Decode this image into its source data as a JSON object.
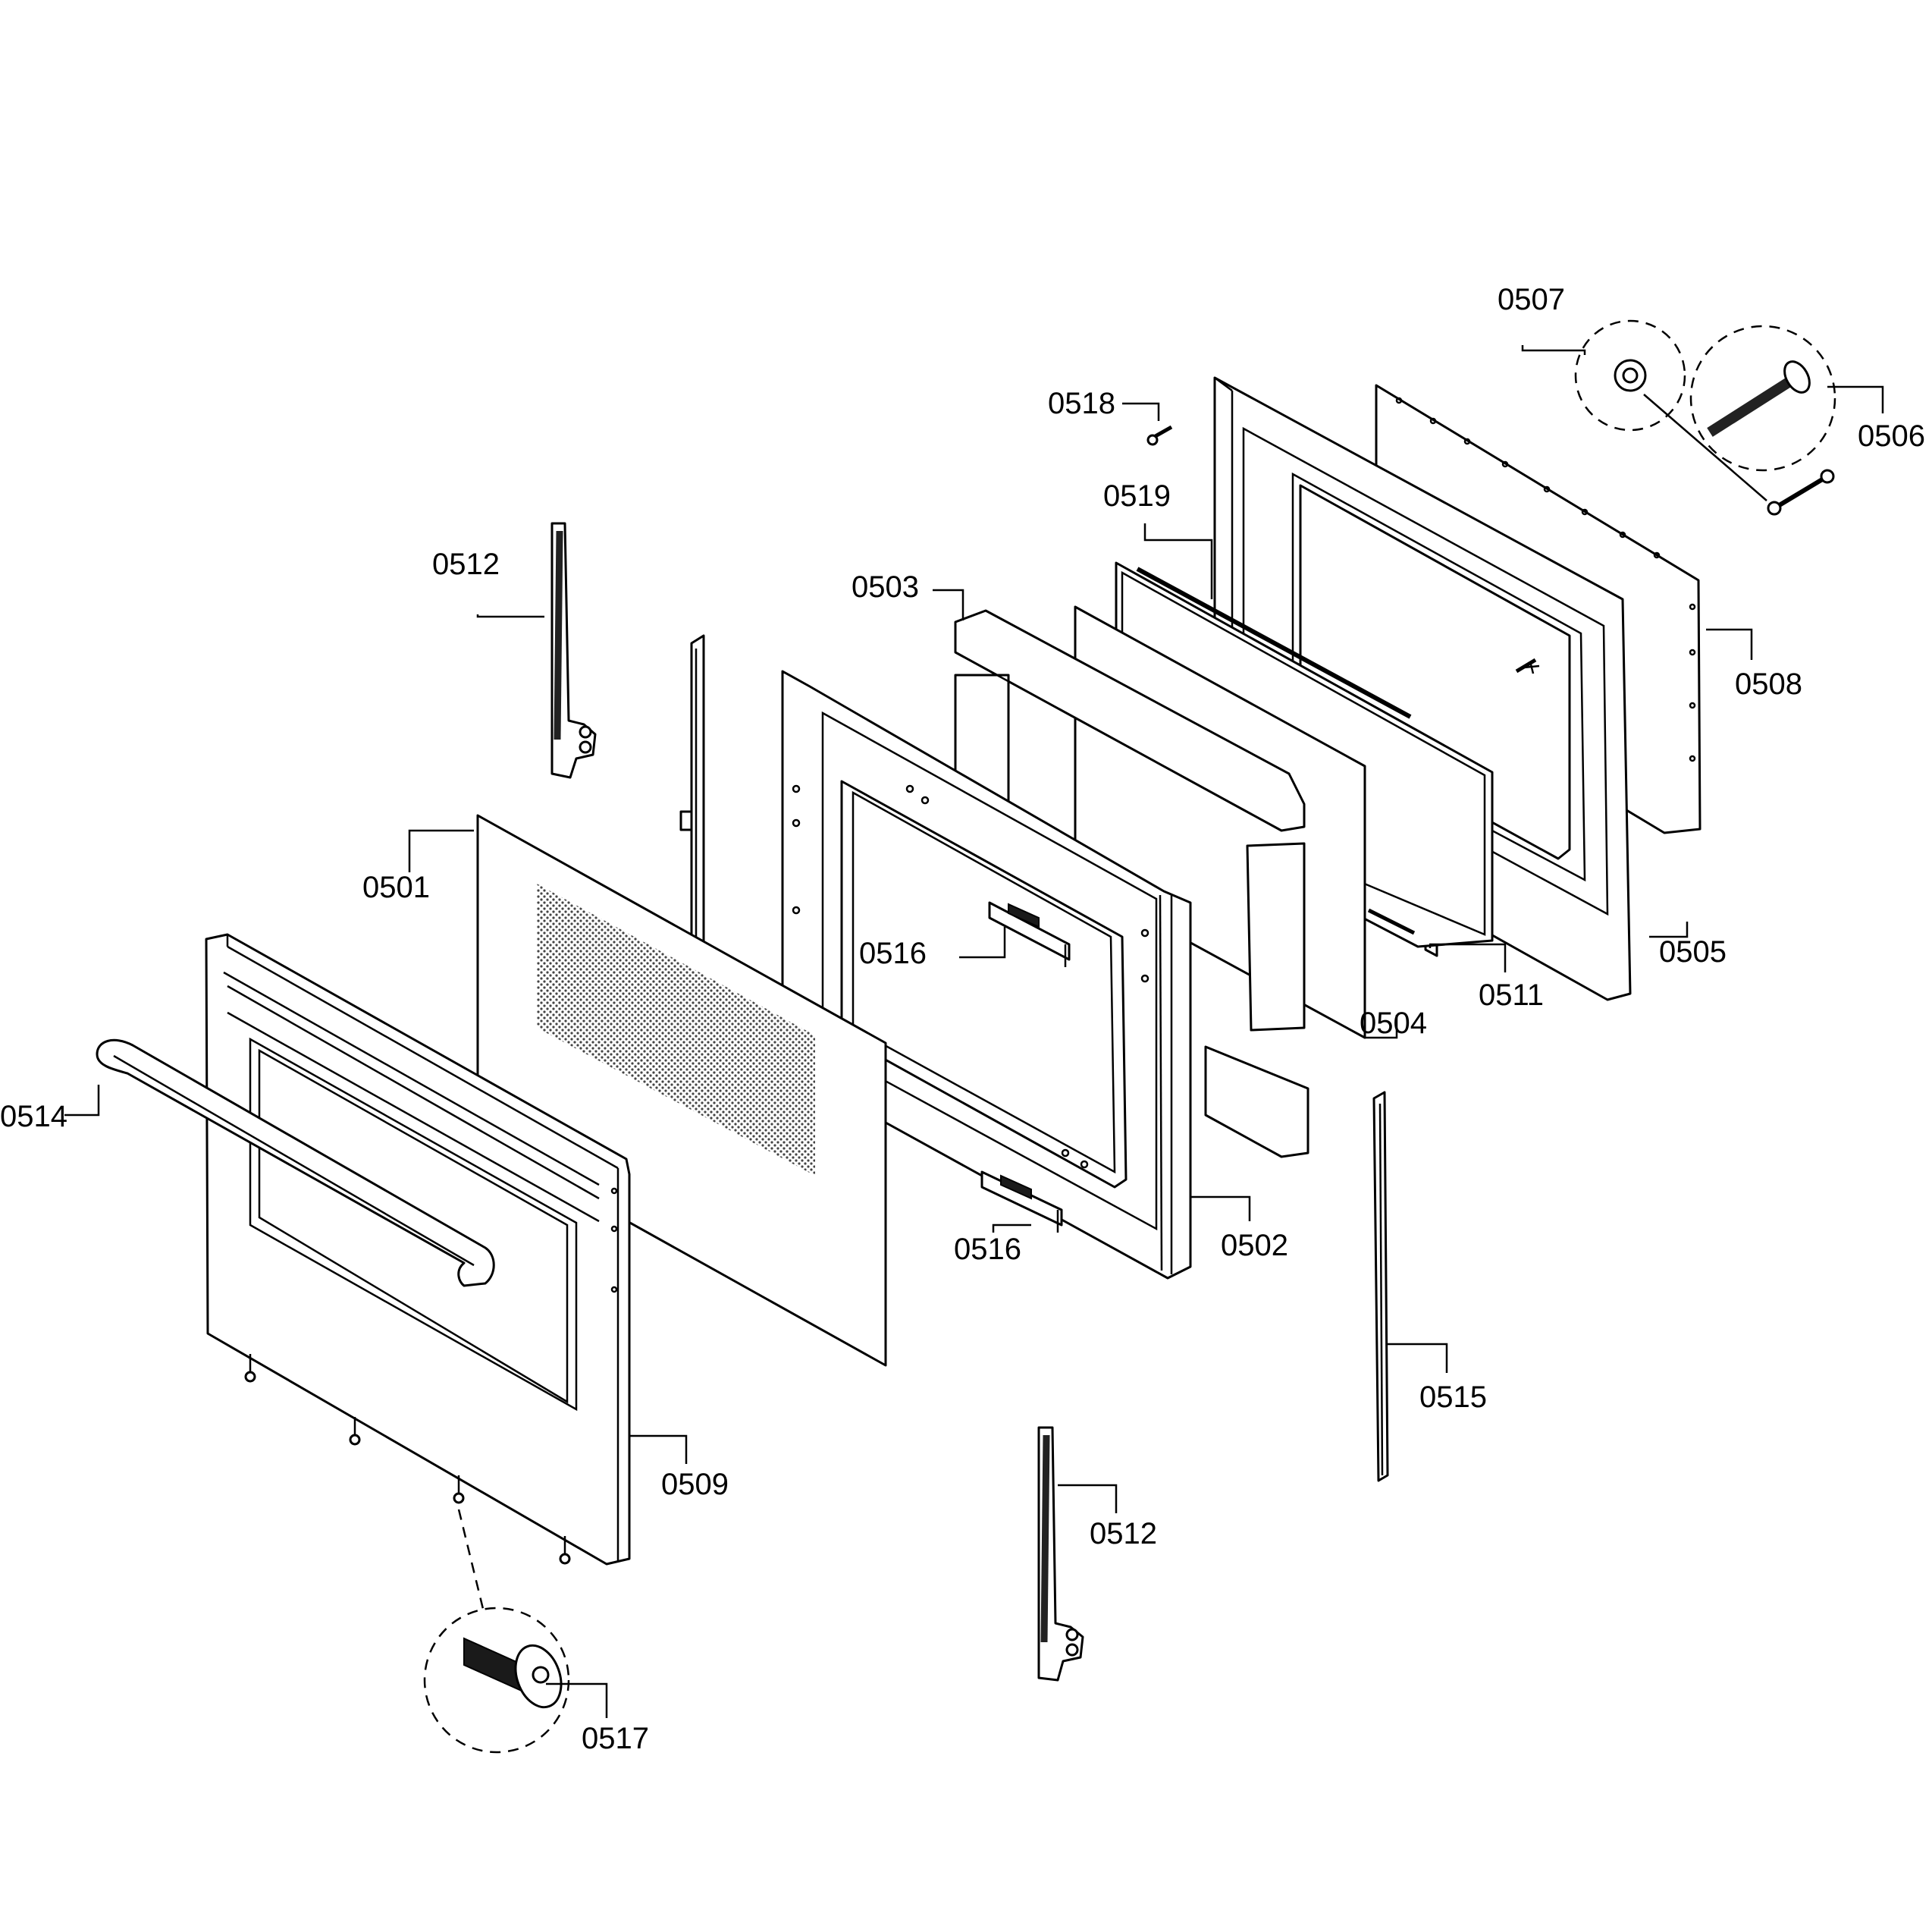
{
  "labels": {
    "p0501": "0501",
    "p0502": "0502",
    "p0503": "0503",
    "p0504": "0504",
    "p0505": "0505",
    "p0506": "0506",
    "p0507": "0507",
    "p0508": "0508",
    "p0509": "0509",
    "p0511": "0511",
    "p0512a": "0512",
    "p0512b": "0512",
    "p0514": "0514",
    "p0515": "0515",
    "p0516a": "0516",
    "p0516b": "0516",
    "p0517": "0517",
    "p0518": "0518",
    "p0519": "0519"
  },
  "colors": {
    "line": "#000000",
    "background": "#ffffff"
  }
}
